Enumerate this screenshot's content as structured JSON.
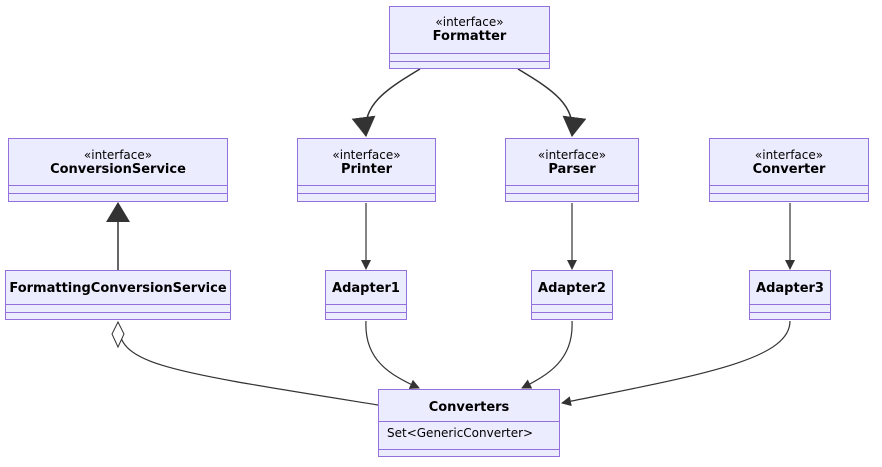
{
  "classes": {
    "formatter": {
      "stereotype": "«interface»",
      "name": "Formatter"
    },
    "conversion_service": {
      "stereotype": "«interface»",
      "name": "ConversionService"
    },
    "printer": {
      "stereotype": "«interface»",
      "name": "Printer"
    },
    "parser": {
      "stereotype": "«interface»",
      "name": "Parser"
    },
    "converter": {
      "stereotype": "«interface»",
      "name": "Converter"
    },
    "formatting_conversion_service": {
      "name": "FormattingConversionService"
    },
    "adapter1": {
      "name": "Adapter1"
    },
    "adapter2": {
      "name": "Adapter2"
    },
    "adapter3": {
      "name": "Adapter3"
    },
    "converters": {
      "name": "Converters",
      "members": [
        "Set<GenericConverter>"
      ]
    }
  },
  "colors": {
    "fill": "#ececff",
    "border": "#9370db",
    "edge": "#333333"
  }
}
